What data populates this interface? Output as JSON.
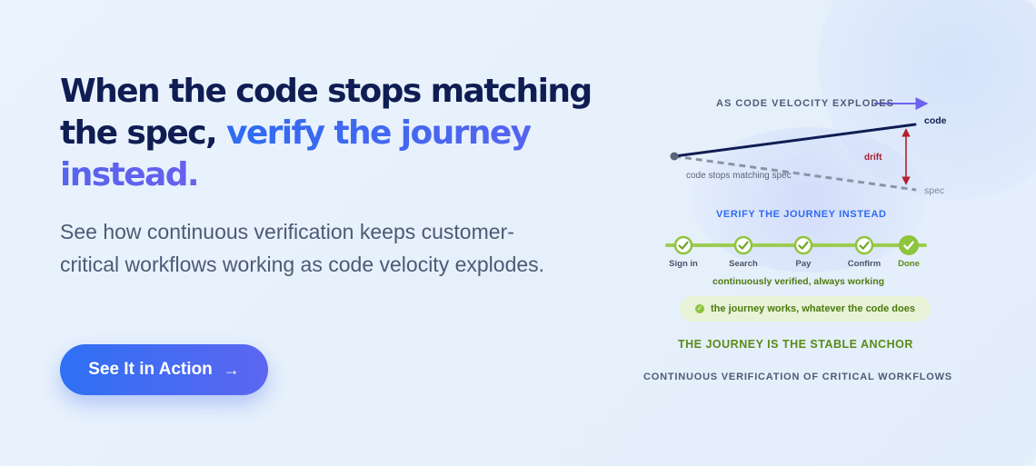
{
  "headline": {
    "part1": "When the code stops matching the spec, ",
    "highlight": "verify the journey instead."
  },
  "subtext": "See how continuous verification keeps customer-critical workflows working as code velocity explodes.",
  "cta": {
    "label": "See It in Action",
    "icon": "arrow-right-icon"
  },
  "diagram": {
    "velocity_title": "AS CODE VELOCITY EXPLODES",
    "code_label": "code",
    "spec_label": "spec",
    "drift_label": "drift",
    "stops_label": "code stops matching spec",
    "verify_title": "VERIFY THE JOURNEY INSTEAD",
    "steps": [
      "Sign in",
      "Search",
      "Pay",
      "Confirm",
      "Done"
    ],
    "continuous_label": "continuously verified, always working",
    "pill_label": "the journey works, whatever the code does",
    "anchor_label": "THE JOURNEY IS THE STABLE ANCHOR",
    "continuous_title": "CONTINUOUS VERIFICATION OF CRITICAL WORKFLOWS"
  },
  "colors": {
    "navy": "#0f1d53",
    "accent_blue": "#2f6bf2",
    "accent_purple": "#6a60ee",
    "green": "#8ec43e",
    "drift_red": "#b3202c"
  }
}
